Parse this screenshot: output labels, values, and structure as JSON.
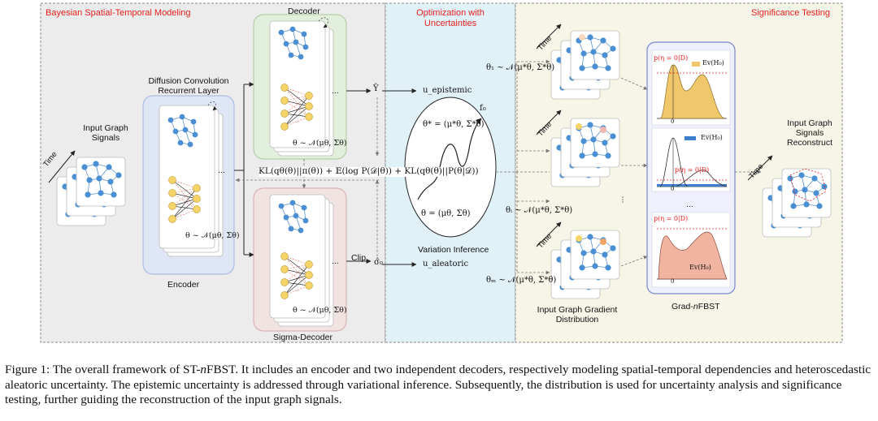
{
  "panels": {
    "bayesian_title": "Bayesian Spatial-Temporal Modeling",
    "optimization_title": "Optimization with Uncertainties",
    "significance_title": "Significance Testing"
  },
  "labels": {
    "time": "Time",
    "input_graph_signals": "Input Graph Signals",
    "dcrnn_layer": "Diffusion Convolution Recurrent Layer",
    "encoder": "Encoder",
    "decoder": "Decoder",
    "sigma_decoder": "Sigma-Decoder",
    "clip": "Clip",
    "variation_inference": "Variation Inference",
    "input_graph_gradient_distribution": "Input Graph Gradient Distribution",
    "grad_nfbst_prefix": "Grad-",
    "grad_nfbst_italic": "n",
    "grad_nfbst_suffix": "FBST",
    "input_graph_signals_reconstruct": "Input Graph Signals Reconstruct",
    "ellipsis": "..."
  },
  "math": {
    "theta_encoder": "θ ~ 𝒩(μθ, Σθ)",
    "theta_decoder": "θ ~ 𝒩(μθ, Σθ)",
    "theta_sigma": "θ ~ 𝒩(μθ, Σθ)",
    "y_hat": "Ŷ",
    "sigma_hat": "σ̂₀",
    "u_epistemic": "u_epistemic",
    "u_aleatoric": "u_aleatoric",
    "kl_objective": "KL(qθ(θ)||π(θ)) + 𝔼(log P(𝒟|θ)) + KL(qθ(θ)||P(θ|𝒟))",
    "theta_star": "θ* = (μ*θ, Σ*θ)",
    "theta_init": "θ = (μθ, Σθ)",
    "f0": "f₀",
    "theta_1": "θ₁ ~ 𝒩(μ*θ, Σ*θ)",
    "theta_i": "θᵢ ~ 𝒩(μ*θ, Σ*θ)",
    "theta_m": "θₘ ~ 𝒩(μ*θ, Σ*θ)",
    "p_eta": "p(η = 0|D)",
    "ev_h0": "Ev(H₀)",
    "zero": "0"
  },
  "caption": {
    "line1_a": "Figure 1: The overall framework of ST-",
    "line1_italic": "n",
    "line1_b": "FBST. It includes an encoder and two independent decoders, respectively modeling spatial-temporal dependencies and heteroscedastic aleatoric uncertainty. The epistemic uncertainty is addressed through variational inference. Subsequently, the distribution is used for uncertainty analysis and significance testing, further guiding the reconstruction of the input graph signals."
  },
  "colors": {
    "node_blue": "#4a8fd4",
    "node_yellow": "#f5d46a",
    "node_orange": "#f2a463",
    "node_pink": "#efb7b0",
    "panel1_bg": "#ececec",
    "panel2_bg": "#e1f1f8",
    "panel3_bg": "#f6f5e8",
    "encoder_bg": "#dfe6f5",
    "decoder_bg": "#e3efdd",
    "sigma_bg": "#f2e3e3",
    "title_red": "#e8201e",
    "gold": "#f0c76a",
    "blue_bar": "#3d7fcc",
    "salmon": "#f0b4a0"
  }
}
